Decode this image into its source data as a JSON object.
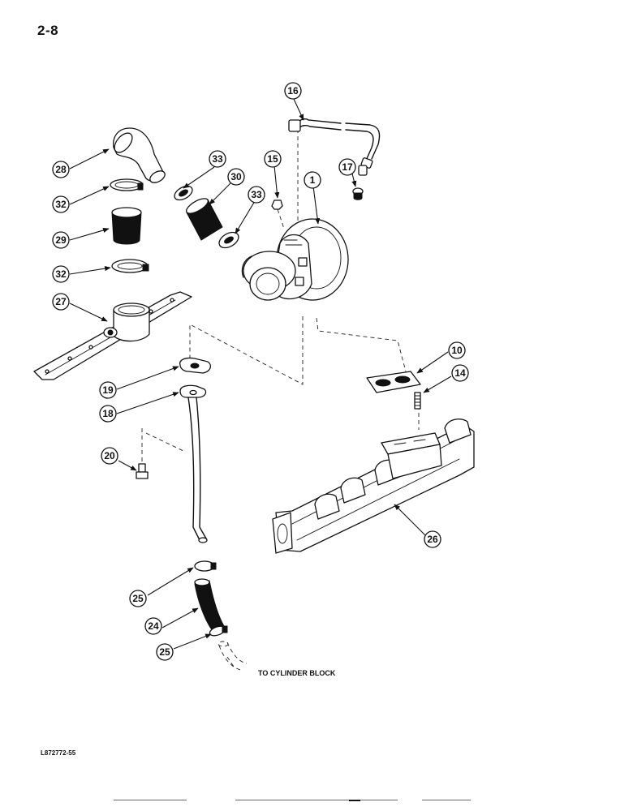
{
  "page_number": "2-8",
  "figure_code": "L872772-55",
  "caption": "TO CYLINDER BLOCK",
  "callouts": [
    "16",
    "28",
    "33",
    "32",
    "30",
    "15",
    "1",
    "17",
    "33",
    "29",
    "32",
    "27",
    "10",
    "19",
    "14",
    "18",
    "20",
    "26",
    "25",
    "24",
    "25"
  ]
}
